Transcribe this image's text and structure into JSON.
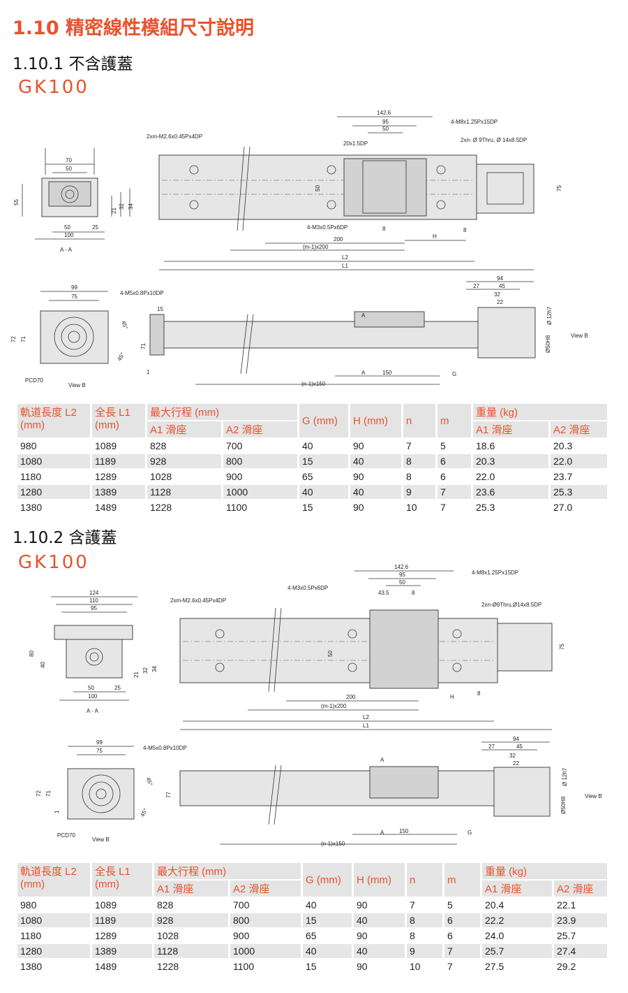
{
  "section": {
    "title": "1.10  精密線性模組尺寸說明"
  },
  "sub1": {
    "title": "1.10.1  不含護蓋",
    "model": "GK100"
  },
  "sub2": {
    "title": "1.10.2  含護蓋",
    "model": "GK100"
  },
  "drawing1": {
    "labels": {
      "d142": "142.6",
      "d95": "95",
      "d50": "50",
      "d20": "20x1.5DP",
      "m8": "4-M8x1.25Px15DP",
      "xm": "2xm-M2.6x0.45Px4DP",
      "thru": "2xn- Ø 9Thru,  Ø 14x8.5DP",
      "d70": "70",
      "d50b": "50",
      "d55": "55",
      "d21": "21",
      "d32": "32",
      "d34": "34",
      "d50c": "50",
      "d25": "25",
      "d100": "100",
      "aa": "A - A",
      "d50v": "50",
      "d75": "75",
      "m3": "4-M3x0.5Px6DP",
      "d8a": "8",
      "d8b": "8",
      "H": "H",
      "d200": "200",
      "m200": "(m-1)x200",
      "L2": "L2",
      "L1": "L1",
      "d99": "99",
      "d75b": "75",
      "m5": "4-M5x0.8Px10DP",
      "d15": "15",
      "d72": "72",
      "d71": "71",
      "d71b": "71",
      "d1": "1",
      "d45a": "45°",
      "d45b": "45°",
      "pcd": "PCD70",
      "viewb": "View B",
      "A": "A",
      "A2": "A",
      "d150": "150",
      "G": "G",
      "n150": "(n-1)x150",
      "d94": "94",
      "d27": "27",
      "d45": "45",
      "d32b": "32",
      "d22": "22",
      "h12": "Ø 12h7",
      "h50": "Ø50H8",
      "viewb2": "View B"
    }
  },
  "drawing2": {
    "labels": {
      "d124": "124",
      "d110": "110",
      "d95": "95",
      "d80": "80",
      "d40": "40",
      "d21": "21",
      "d32": "32",
      "d34": "34",
      "d50": "50",
      "d25": "25",
      "d100": "100",
      "aa": "A - A",
      "d142": "142.6",
      "d95b": "95",
      "d50b": "50",
      "d43": "43.5",
      "d8": "8",
      "m3": "4-M3x0.5Px6DP",
      "m8": "4-M8x1.25Px15DP",
      "xm": "2xm-M2.6x0.45Px4DP",
      "thru": "2xn-Ø9Thru,Ø14x8.5DP",
      "d50v": "50",
      "d75": "75",
      "d200": "200",
      "m200": "(m-1)x200",
      "H": "H",
      "d8b": "8",
      "L2": "L2",
      "L1": "L1",
      "d99": "99",
      "d75b": "75",
      "m5": "4-M5x0.8Px10DP",
      "d72": "72",
      "d71": "71",
      "d1": "1",
      "d45a": "45°",
      "d45b": "45°",
      "pcd": "PCD70",
      "viewb": "View B",
      "d77": "77",
      "A": "A",
      "A2": "A",
      "d150": "150",
      "G": "G",
      "n150": "(n-1)x150",
      "d94": "94",
      "d27": "27",
      "d45": "45",
      "d32b": "32",
      "d22": "22",
      "h12": "Ø 12h7",
      "h50": "Ø50H8",
      "viewb2": "View B"
    }
  },
  "table1": {
    "headers": {
      "l2": "軌道長度 L2",
      "l2u": "(mm)",
      "l1": "全長 L1",
      "l1u": "(mm)",
      "stroke": "最大行程 (mm)",
      "a1": "A1 滑座",
      "a2": "A2 滑座",
      "g": "G (mm)",
      "h": "H (mm)",
      "n": "n",
      "m": "m",
      "weight": "重量 (kg)",
      "w1": "A1 滑座",
      "w2": "A2 滑座"
    },
    "rows": [
      [
        "980",
        "1089",
        "828",
        "700",
        "40",
        "90",
        "7",
        "5",
        "18.6",
        "20.3"
      ],
      [
        "1080",
        "1189",
        "928",
        "800",
        "15",
        "40",
        "8",
        "6",
        "20.3",
        "22.0"
      ],
      [
        "1180",
        "1289",
        "1028",
        "900",
        "65",
        "90",
        "8",
        "6",
        "22.0",
        "23.7"
      ],
      [
        "1280",
        "1389",
        "1128",
        "1000",
        "40",
        "40",
        "9",
        "7",
        "23.6",
        "25.3"
      ],
      [
        "1380",
        "1489",
        "1228",
        "1100",
        "15",
        "90",
        "10",
        "7",
        "25.3",
        "27.0"
      ]
    ]
  },
  "table2": {
    "headers": {
      "l2": "軌道長度 L2",
      "l2u": "(mm)",
      "l1": "全長 L1",
      "l1u": "(mm)",
      "stroke": "最大行程 (mm)",
      "a1": "A1 滑座",
      "a2": "A2 滑座",
      "g": "G (mm)",
      "h": "H (mm)",
      "n": "n",
      "m": "m",
      "weight": "重量 (kg)",
      "w1": "A1 滑座",
      "w2": "A2 滑座"
    },
    "rows": [
      [
        "980",
        "1089",
        "828",
        "700",
        "40",
        "90",
        "7",
        "5",
        "20.4",
        "22.1"
      ],
      [
        "1080",
        "1189",
        "928",
        "800",
        "15",
        "40",
        "8",
        "6",
        "22.2",
        "23.9"
      ],
      [
        "1180",
        "1289",
        "1028",
        "900",
        "65",
        "90",
        "8",
        "6",
        "24.0",
        "25.7"
      ],
      [
        "1280",
        "1389",
        "1128",
        "1000",
        "40",
        "40",
        "9",
        "7",
        "25.7",
        "27.4"
      ],
      [
        "1380",
        "1489",
        "1228",
        "1100",
        "15",
        "90",
        "10",
        "7",
        "27.5",
        "29.2"
      ]
    ]
  }
}
